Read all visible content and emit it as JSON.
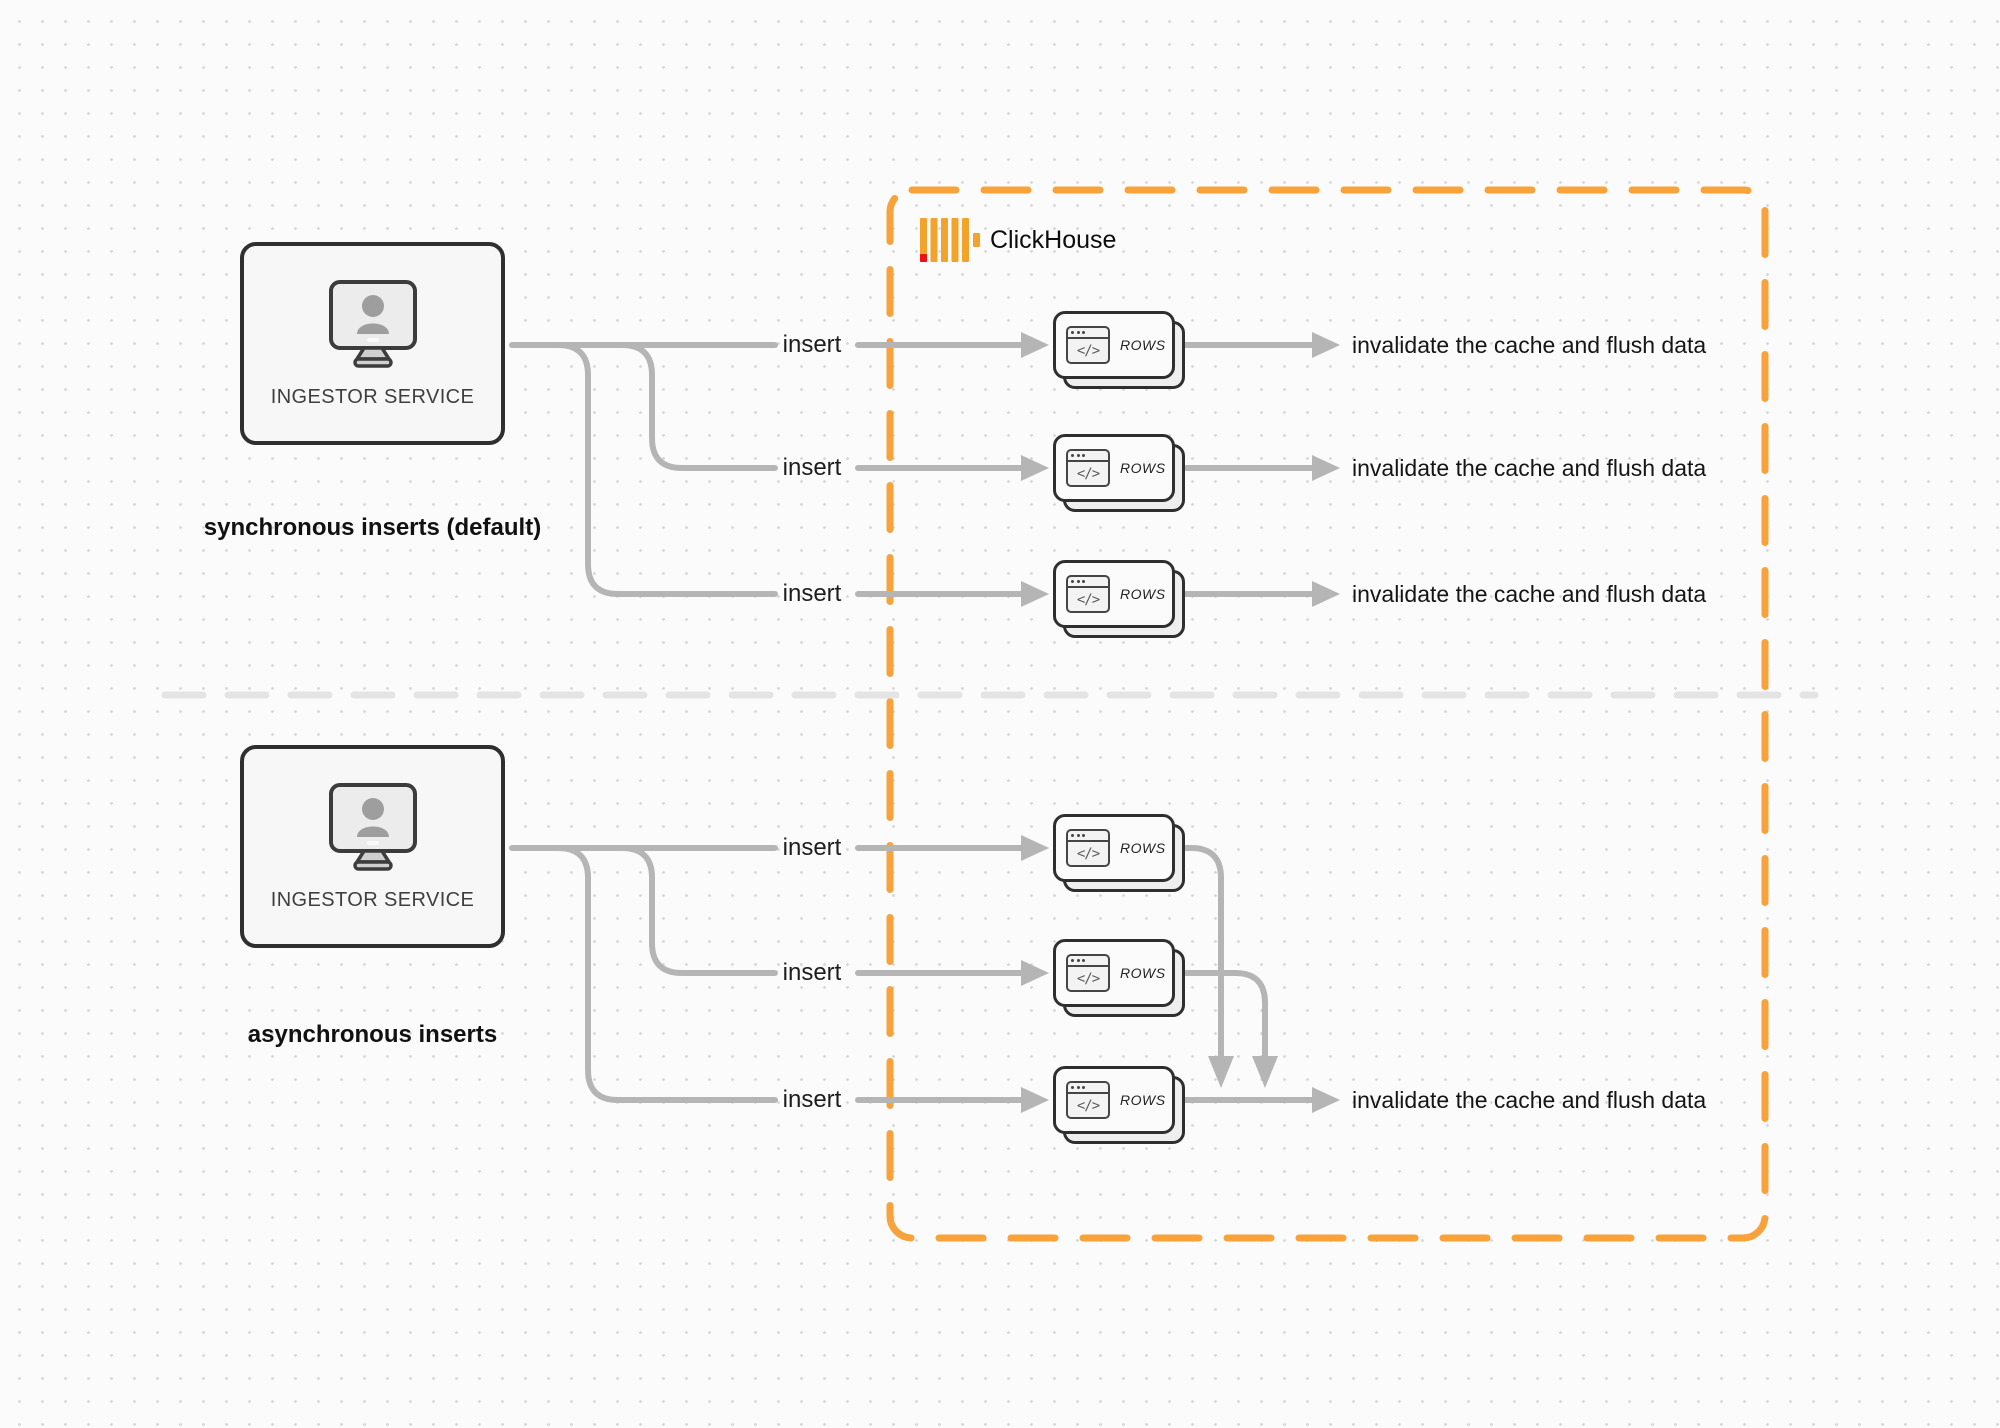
{
  "diagram": {
    "clickhouse_label": "ClickHouse",
    "card_icon_glyph": "</>",
    "sync": {
      "section_label": "synchronous inserts (default)",
      "ingestor_label": "INGESTOR SERVICE",
      "rows": [
        {
          "insert": "insert",
          "rows": "ROWS",
          "result": "invalidate the cache and flush data"
        },
        {
          "insert": "insert",
          "rows": "ROWS",
          "result": "invalidate the cache and flush data"
        },
        {
          "insert": "insert",
          "rows": "ROWS",
          "result": "invalidate the cache and flush data"
        }
      ]
    },
    "async": {
      "section_label": "asynchronous inserts",
      "ingestor_label": "INGESTOR SERVICE",
      "rows": [
        {
          "insert": "insert",
          "rows": "ROWS"
        },
        {
          "insert": "insert",
          "rows": "ROWS"
        },
        {
          "insert": "insert",
          "rows": "ROWS"
        }
      ],
      "result": "invalidate the cache and flush data"
    },
    "colors": {
      "accent_orange": "#f7a23b",
      "logo_red": "#ee1111",
      "connector_gray": "#b5b5b5",
      "divider_gray": "#e4e4e4"
    }
  }
}
